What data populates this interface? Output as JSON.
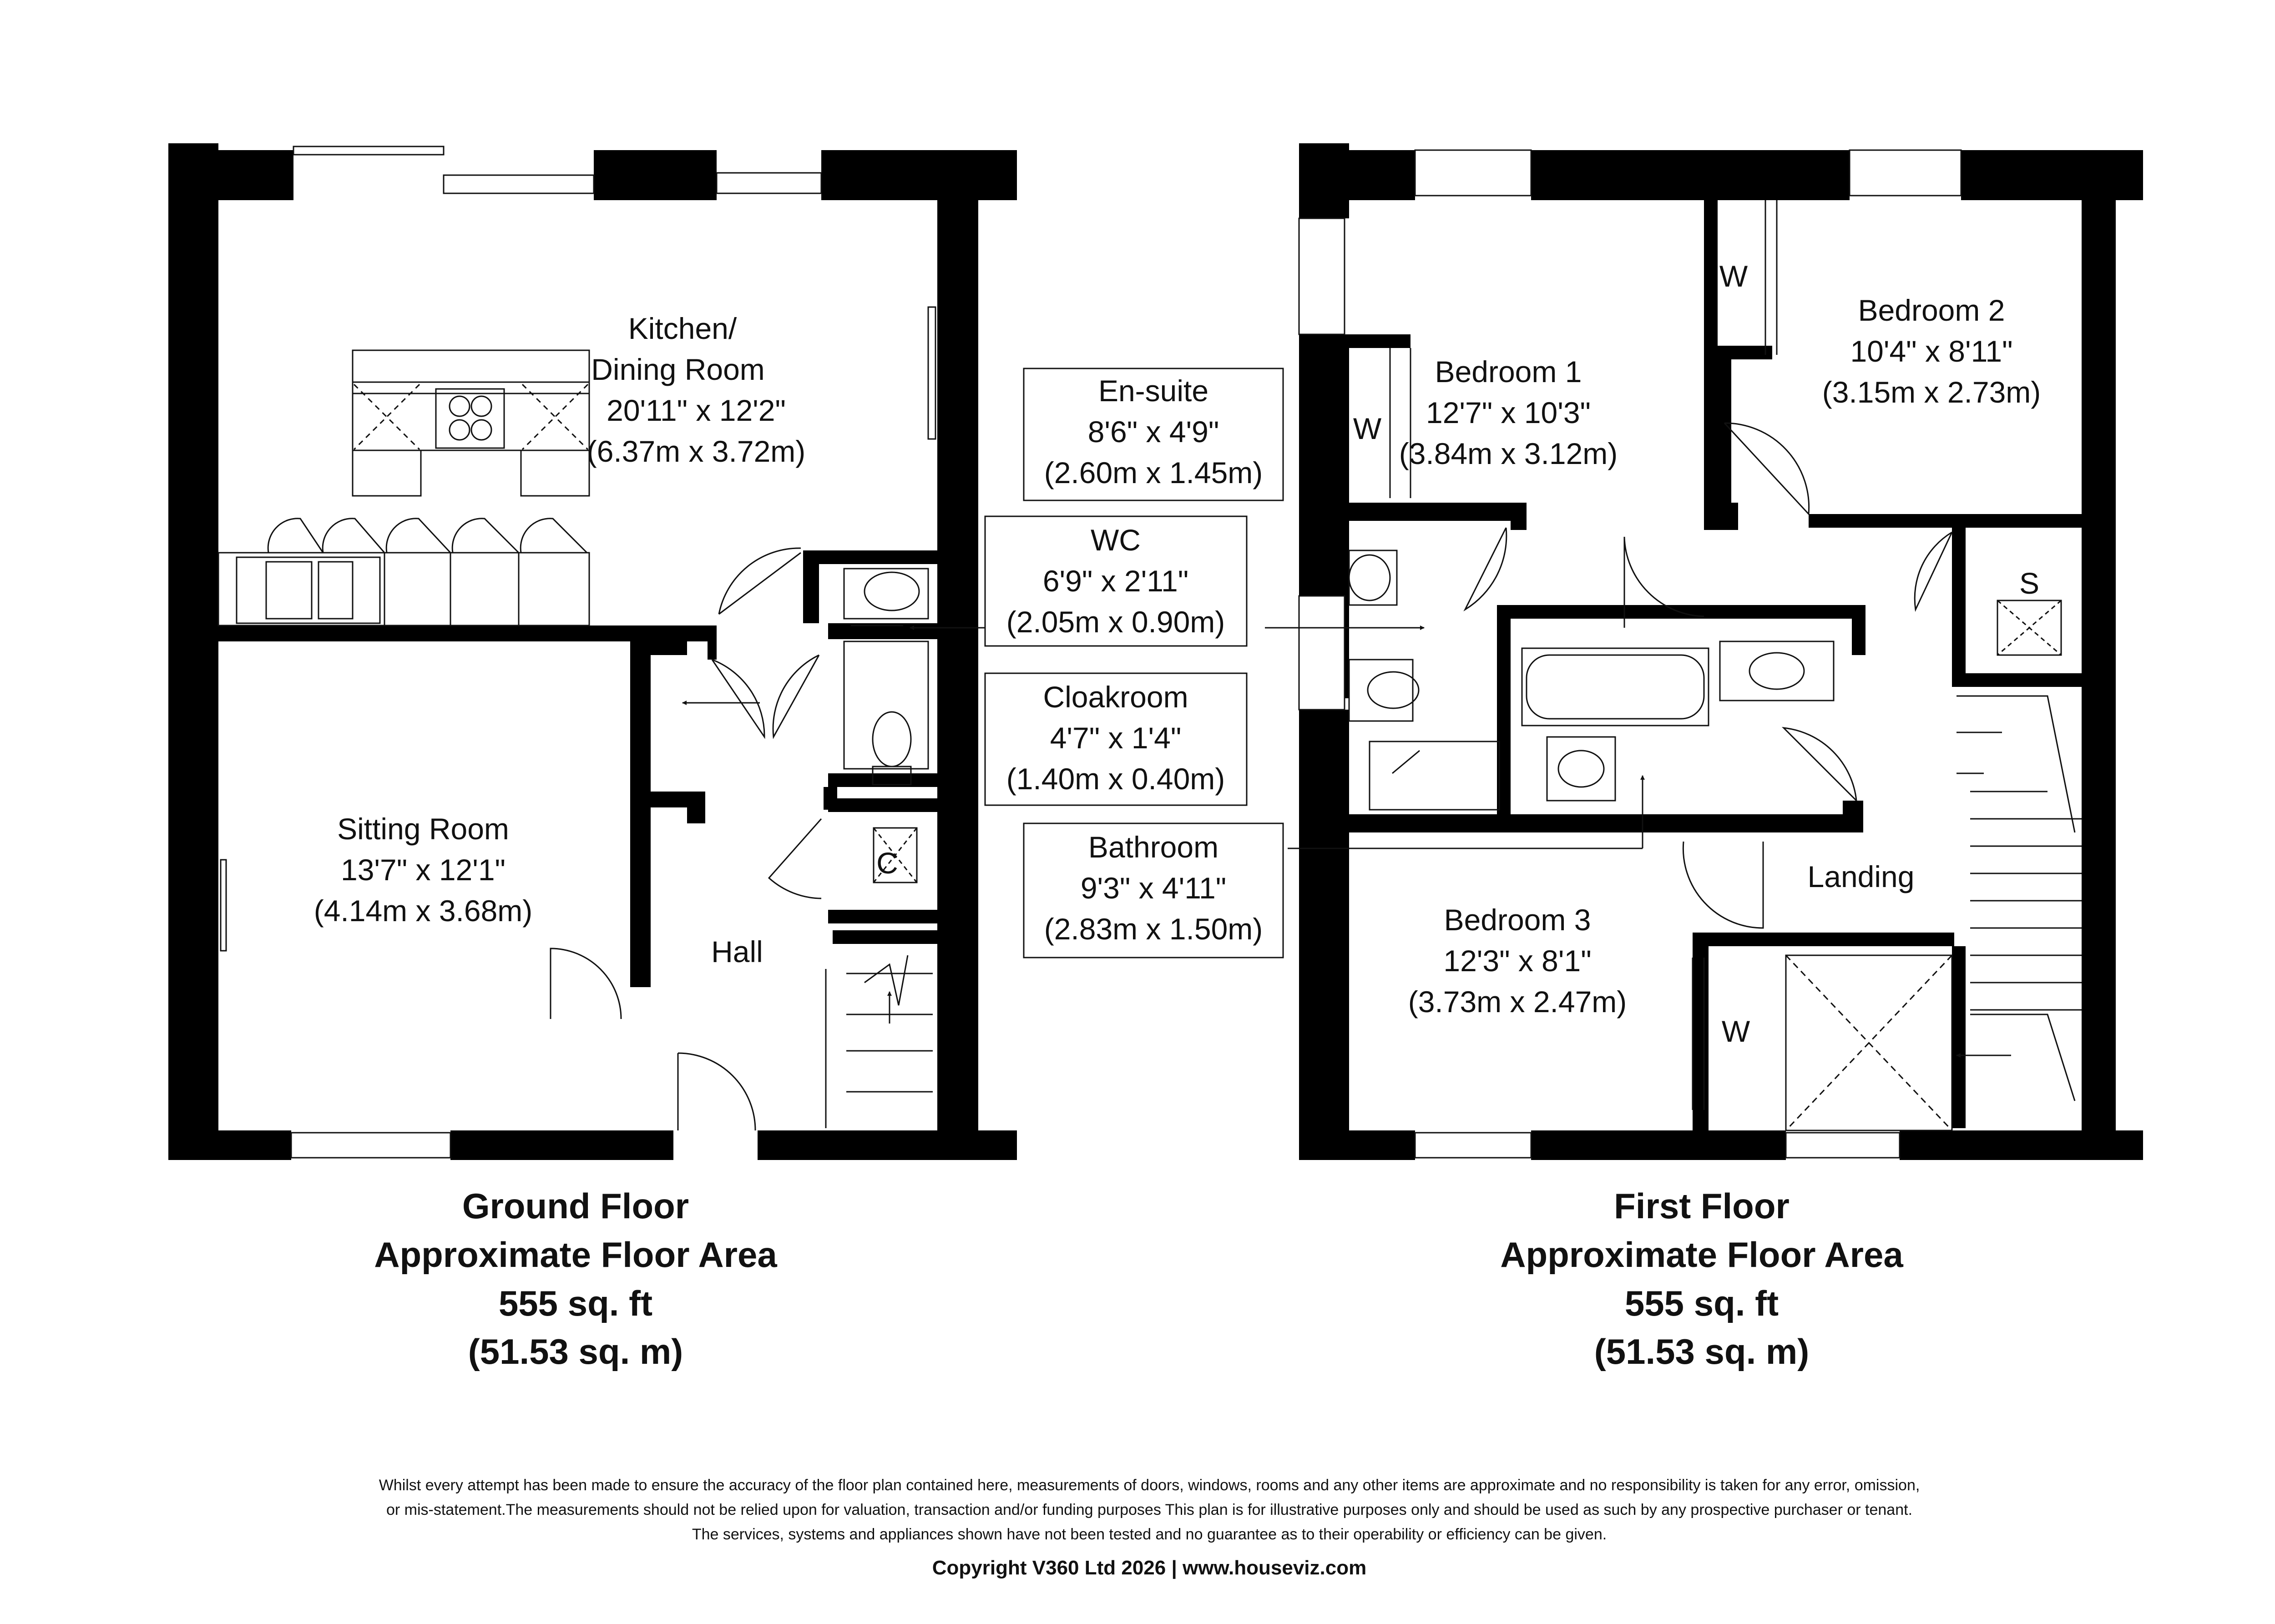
{
  "ground_floor": {
    "rooms": {
      "kitchen": {
        "name_1": "Kitchen/",
        "name_2": "Dining Room",
        "size_imperial": "20'11\" x 12'2\"",
        "size_metric": "(6.37m x 3.72m)"
      },
      "sitting": {
        "name": "Sitting Room",
        "size_imperial": "13'7\" x 12'1\"",
        "size_metric": "(4.14m x 3.68m)"
      },
      "hall": {
        "name": "Hall"
      },
      "cupboard": {
        "name": "C"
      }
    },
    "callouts": {
      "wc": {
        "name": "WC",
        "size_imperial": "6'9\" x 2'11\"",
        "size_metric": "(2.05m x 0.90m)"
      },
      "cloakroom": {
        "name": "Cloakroom",
        "size_imperial": "4'7\" x 1'4\"",
        "size_metric": "(1.40m x 0.40m)"
      }
    },
    "footer": {
      "title": "Ground Floor",
      "subtitle": "Approximate Floor Area",
      "area_imperial": "555 sq. ft",
      "area_metric": "(51.53 sq. m)"
    }
  },
  "first_floor": {
    "rooms": {
      "bedroom1": {
        "name": "Bedroom 1",
        "size_imperial": "12'7\" x 10'3\"",
        "size_metric": "(3.84m x 3.12m)"
      },
      "bedroom2": {
        "name": "Bedroom 2",
        "size_imperial": "10'4\" x 8'11\"",
        "size_metric": "(3.15m x 2.73m)"
      },
      "bedroom3": {
        "name": "Bedroom 3",
        "size_imperial": "12'3\" x 8'1\"",
        "size_metric": "(3.73m x 2.47m)"
      },
      "landing": {
        "name": "Landing"
      },
      "wardrobe1": {
        "name": "W"
      },
      "wardrobe2": {
        "name": "W"
      },
      "wardrobe3": {
        "name": "W"
      },
      "store": {
        "name": "S"
      }
    },
    "callouts": {
      "ensuite": {
        "name": "En-suite",
        "size_imperial": "8'6\" x 4'9\"",
        "size_metric": "(2.60m x 1.45m)"
      },
      "bathroom": {
        "name": "Bathroom",
        "size_imperial": "9'3\" x 4'11\"",
        "size_metric": "(2.83m x 1.50m)"
      }
    },
    "footer": {
      "title": "First Floor",
      "subtitle": "Approximate Floor Area",
      "area_imperial": "555 sq. ft",
      "area_metric": "(51.53 sq. m)"
    }
  },
  "disclaimer": {
    "line1": "Whilst every attempt has been made to ensure the accuracy of the floor plan contained here, measurements of doors, windows, rooms and any other items are approximate and no responsibility is taken for any error, omission,",
    "line2": "or mis-statement.The measurements should not be relied upon for valuation, transaction and/or funding purposes This plan is for illustrative purposes only and should be used as such by any prospective purchaser or tenant.",
    "line3": "The services, systems and appliances shown have not been tested and no guarantee as to their operability or efficiency can be given."
  },
  "copyright": "Copyright V360 Ltd 2026 | www.houseviz.com"
}
